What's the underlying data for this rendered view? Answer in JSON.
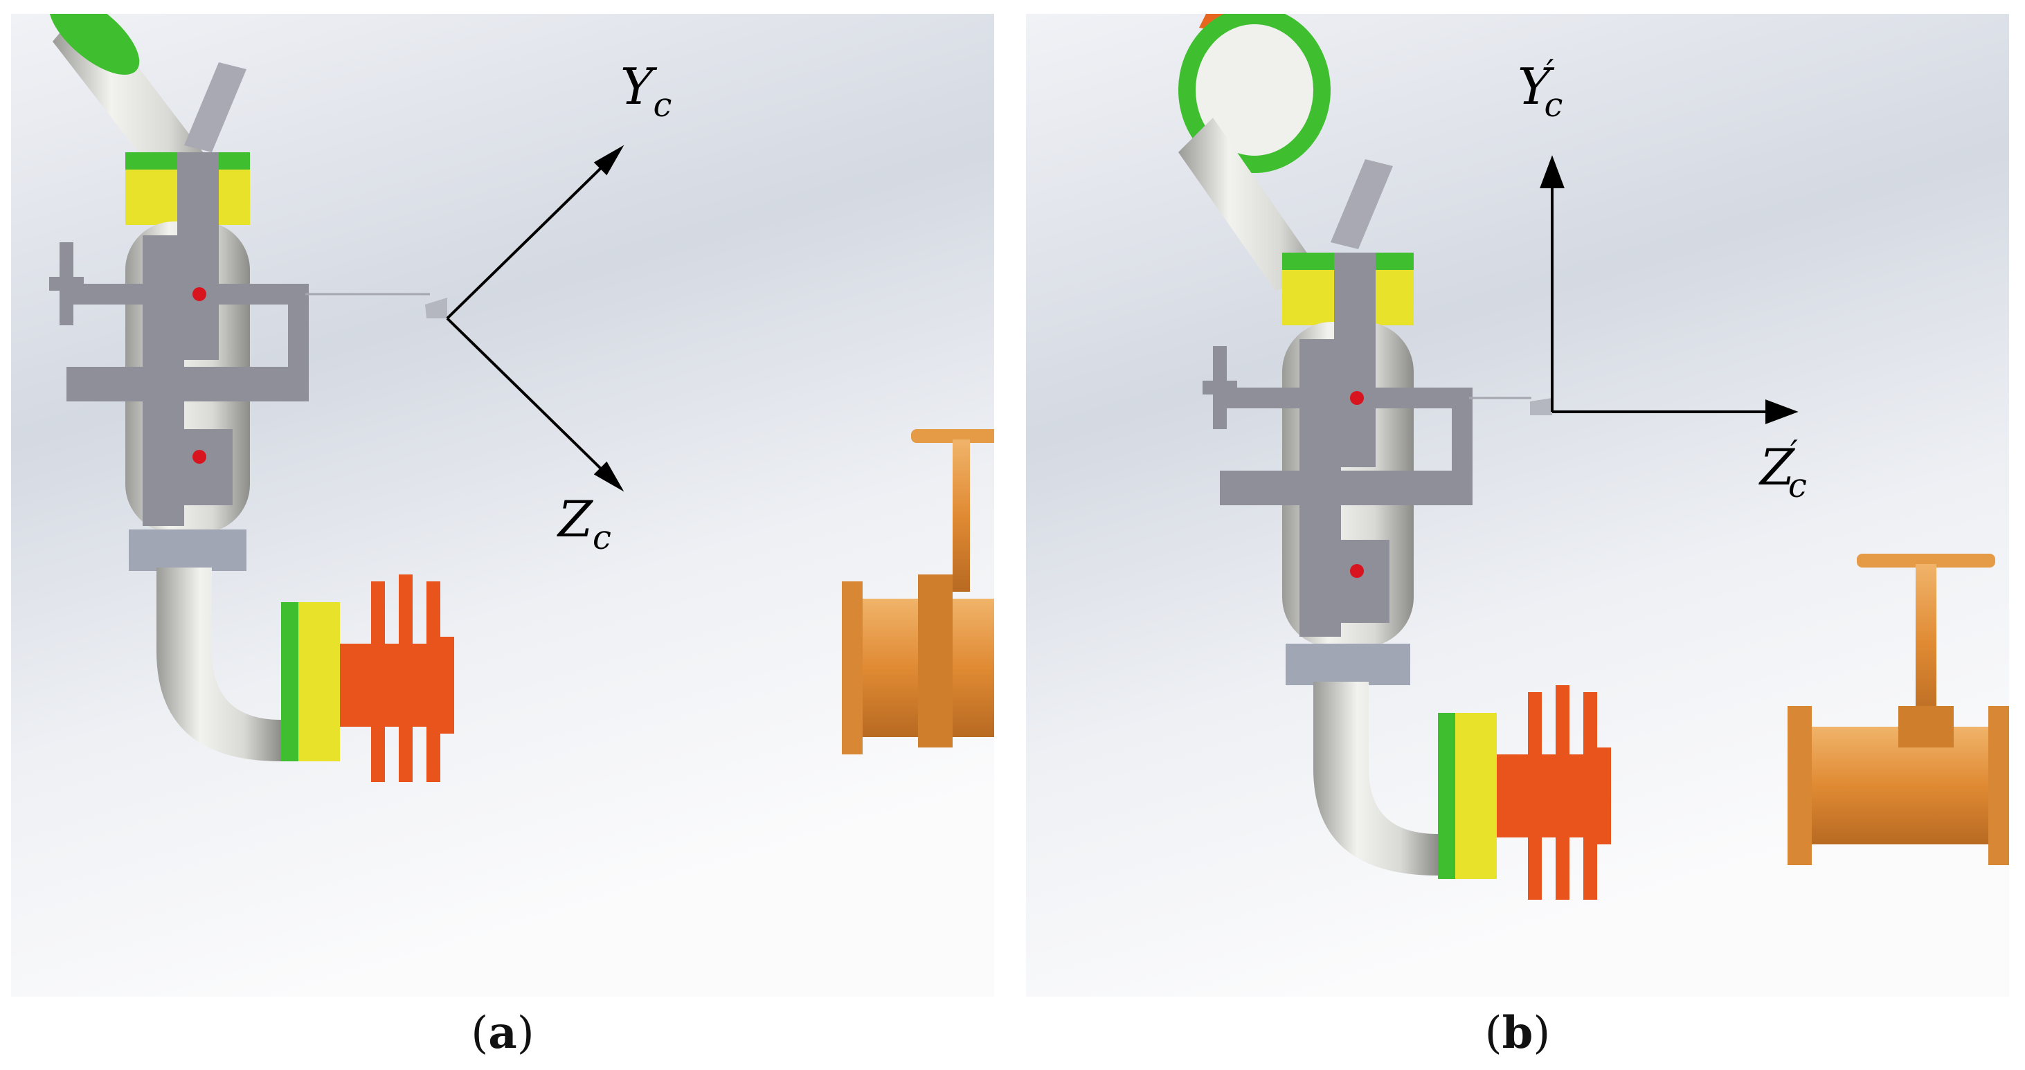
{
  "panels": {
    "a": {
      "caption_open": "(",
      "caption_letter": "a",
      "caption_close": ")",
      "axis_y": "Y",
      "axis_z": "Z",
      "subscript": "c"
    },
    "b": {
      "caption_open": "(",
      "caption_letter": "b",
      "caption_close": ")",
      "axis_y": "Y",
      "axis_z": "Z",
      "subscript": "c",
      "prime": "′"
    }
  },
  "colors": {
    "background_top": "#c9d0db",
    "background_bottom": "#f4f5f8",
    "pipe_white": "#e4e4e0",
    "pipe_shadow": "#9c9c98",
    "frame_gray": "#8e8f99",
    "flange_green": "#3fbf2f",
    "collar_yellow": "#e8e22a",
    "connector_orange": "#e8541c",
    "valve_orange": "#e59a45",
    "arm_orange": "#e6651f",
    "pin_red": "#d8141e",
    "arrow_black": "#000000"
  }
}
